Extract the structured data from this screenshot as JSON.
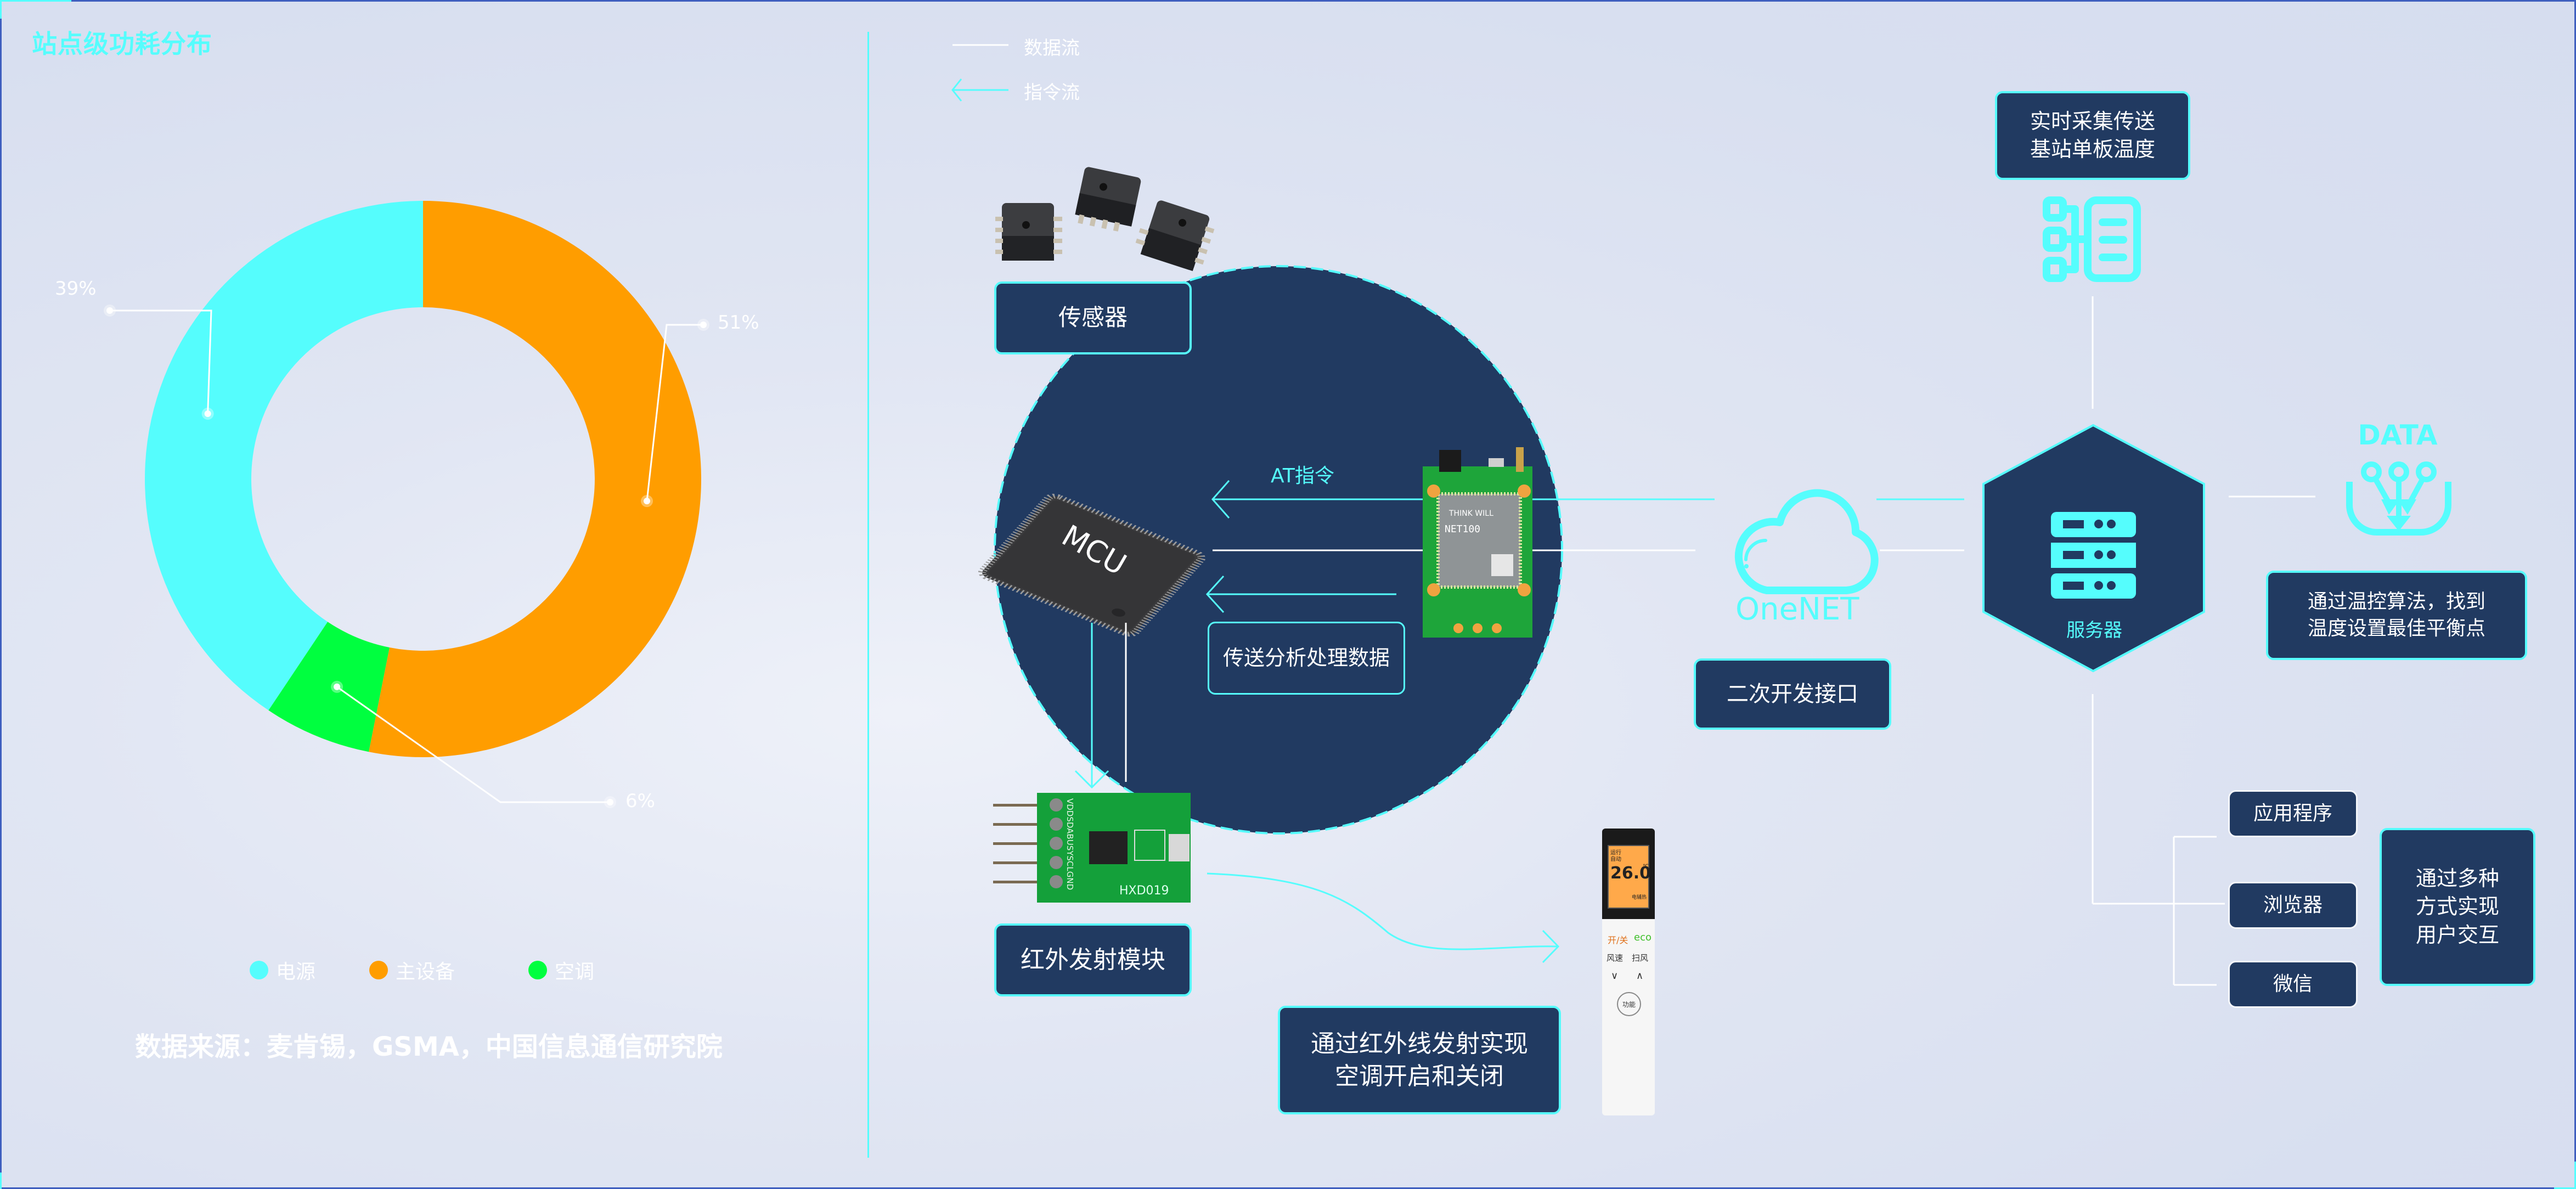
{
  "left_panel": {
    "title": "站点级功耗分布",
    "source": "数据来源：麦肯锡，GSMA，中国信息通信研究院"
  },
  "chart_data": {
    "type": "pie",
    "variant": "donut",
    "title": "站点级功耗分布",
    "categories": [
      "电源",
      "主设备",
      "空调"
    ],
    "values": [
      39,
      51,
      6
    ],
    "labels": [
      "39%",
      "51%",
      "6%"
    ],
    "colors": [
      "#55fdfd",
      "#ff9d00",
      "#00ff3f"
    ],
    "legend_position": "bottom"
  },
  "flow_legend": {
    "data_flow": "数据流",
    "command_flow": "指令流"
  },
  "diagram": {
    "sensor_label": "传感器",
    "mcu_label": "MCU",
    "at_command_label": "AT指令",
    "process_label": "传送分析处理数据",
    "module_label": "NET100",
    "module_brand": "THINK WILL",
    "ir_module_label": "红外发射模块",
    "ir_chip_label": "HXD019",
    "ir_pins": "VDDSDABUSYSCLGND",
    "ir_desc": "通过红外线发射实现\n空调开启和关闭",
    "remote": {
      "temp": "26.0",
      "unit": "℃",
      "mode": "运行",
      "auto": "自动",
      "aux_heat": "电辅热",
      "power": "开/关",
      "eco": "eco",
      "fan_speed": "风速",
      "swing": "扫风",
      "down": "∨",
      "up": "∧",
      "function": "功能"
    },
    "cloud_label": "OneNET",
    "api_label": "二次开发接口",
    "server_label": "服务器",
    "collect_desc": "实时采集传送\n基站单板温度",
    "data_icon_label": "DATA",
    "algorithm_desc": "通过温控算法，找到\n温度设置最佳平衡点",
    "clients": [
      "应用程序",
      "浏览器",
      "微信"
    ],
    "interaction_desc": "通过多种\n方式实现\n用户交互"
  }
}
